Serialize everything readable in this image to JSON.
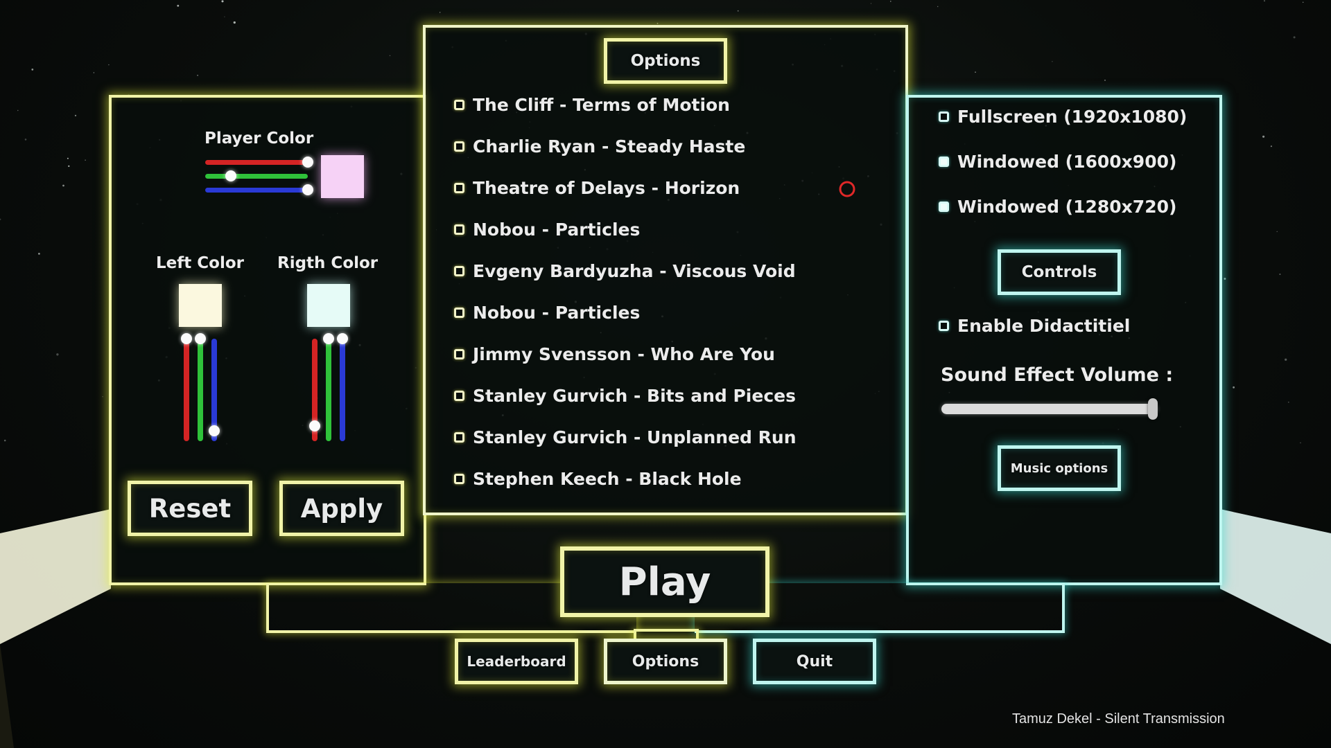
{
  "player_color": {
    "label": "Player Color",
    "red": 1.0,
    "green": 0.25,
    "blue": 1.0,
    "swatch_color": "#f6d2f6"
  },
  "left_color": {
    "label": "Left Color",
    "red": 1.0,
    "green": 1.0,
    "blue": 0.1,
    "swatch_color": "#fbf8df"
  },
  "right_color": {
    "label": "Rigth Color",
    "red": 0.15,
    "green": 1.0,
    "blue": 1.0,
    "swatch_color": "#e6fbf7"
  },
  "color_buttons": {
    "reset": "Reset",
    "apply": "Apply"
  },
  "music": {
    "header": "Options",
    "tracks": [
      "The Cliff - Terms of Motion",
      "Charlie Ryan - Steady Haste",
      "Theatre of Delays - Horizon",
      "Nobou - Particles",
      "Evgeny Bardyuzha - Viscous Void",
      "Nobou - Particles",
      "Jimmy Svensson - Who Are You",
      "Stanley Gurvich - Bits and Pieces",
      "Stanley Gurvich - Unplanned Run",
      "Stephen Keech - Black Hole"
    ]
  },
  "settings": {
    "fullscreen": "Fullscreen (1920x1080)",
    "windowed_1600": "Windowed (1600x900)",
    "windowed_1280": "Windowed (1280x720)",
    "controls": "Controls",
    "didactitiel": "Enable Didactitiel",
    "sound_label": "Sound Effect Volume :",
    "sound_volume": 1.0,
    "music_options": "Music options"
  },
  "menu": {
    "play": "Play",
    "leaderboard": "Leaderboard",
    "options": "Options",
    "quit": "Quit"
  },
  "now_playing": "Tamuz Dekel - Silent Transmission",
  "colors": {
    "yellow_glow": "#e8f03c",
    "cyan_glow": "#3cdcd2",
    "cursor_red": "#e02828"
  }
}
